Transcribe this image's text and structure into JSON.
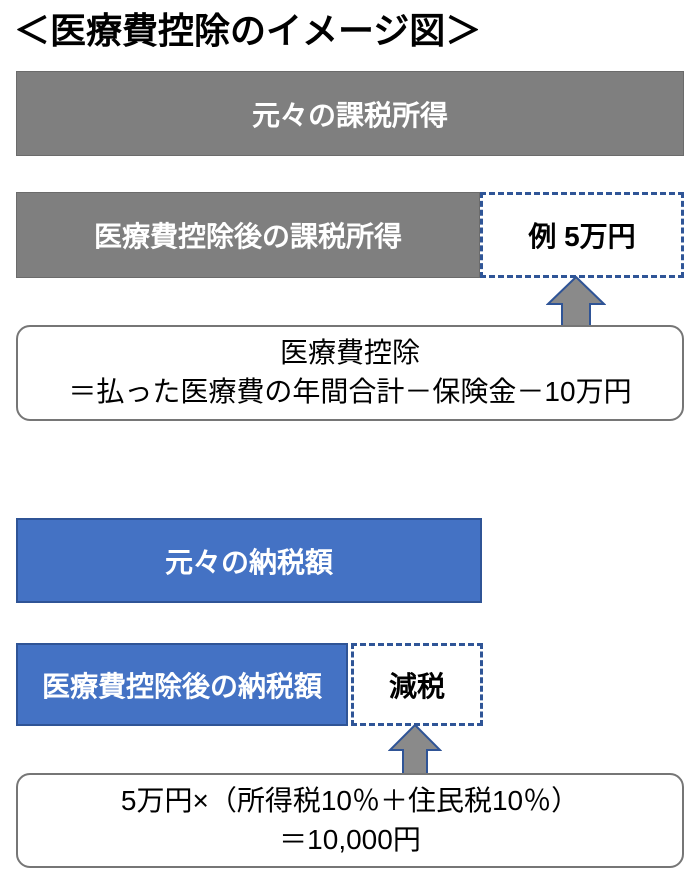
{
  "title": "＜医療費控除のイメージ図＞",
  "colors": {
    "bar_gray": "#7F7F7F",
    "bar_gray_border": "#6B6B6B",
    "bar_blue": "#4472C4",
    "bar_blue_border": "#2F5496",
    "dashed_border_blue": "#2F5597",
    "note_border_gray": "#767676",
    "arrow_fill": "#8A8A8A",
    "arrow_stroke": "#2F5496",
    "text_light": "#FFFFFF"
  },
  "taxable_income_section": {
    "original_bar_label": "元々の課税所得",
    "after_deduction_bar_label": "医療費控除後の課税所得",
    "deduction_amount_box_label": "例 5万円",
    "formula_line1": "医療費控除",
    "formula_line2": "＝払った医療費の年間合計－保険金－10万円"
  },
  "tax_amount_section": {
    "original_bar_label": "元々の納税額",
    "after_deduction_bar_label": "医療費控除後の納税額",
    "reduction_box_label": "減税",
    "formula_line1": "5万円×（所得税10％＋住民税10％）",
    "formula_line2": "＝10,000円"
  }
}
